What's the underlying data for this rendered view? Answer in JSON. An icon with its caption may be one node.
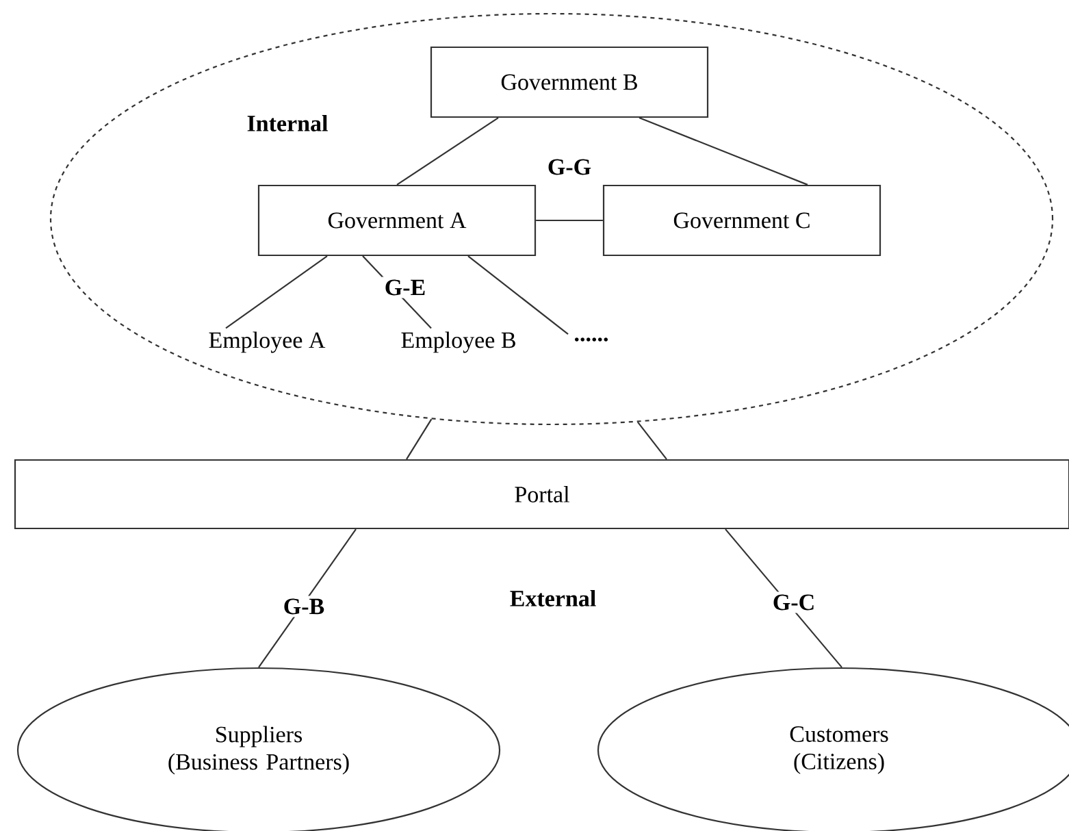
{
  "diagram": {
    "nodes": [
      {
        "text": [
          "Internal"
        ]
      },
      {
        "text": [
          "Government B"
        ],
        "in": 0
      },
      {
        "text": [
          "Government A"
        ],
        "in": 0
      },
      {
        "text": [
          "Government C"
        ],
        "in": 0
      },
      {
        "text": [
          "Employee A"
        ],
        "in": 0
      },
      {
        "text": [
          "Employee B"
        ],
        "in": 0
      },
      {
        "text": [
          "......"
        ],
        "in": 0
      },
      {
        "text": [
          "Portal"
        ]
      },
      {
        "text": [
          "Suppliers (Business Partners)"
        ]
      },
      {
        "text": [
          "Customers (Citizens)"
        ]
      }
    ],
    "edges": [
      {
        "from": 1,
        "to": 2,
        "arrow": "none"
      },
      {
        "from": 1,
        "to": 3,
        "arrow": "none"
      },
      {
        "from": 2,
        "to": 3,
        "arrow": "none"
      },
      {
        "from": 2,
        "to": 4,
        "arrow": "none"
      },
      {
        "from": 2,
        "to": 5,
        "arrow": "none",
        "label": "G-E"
      },
      {
        "from": 2,
        "to": 6,
        "arrow": "none"
      },
      {
        "from": 0,
        "to": 7,
        "arrow": "none"
      },
      {
        "from": 0,
        "to": 7,
        "arrow": "none"
      },
      {
        "from": 7,
        "to": 8,
        "arrow": "none",
        "label": "G-B"
      },
      {
        "from": 7,
        "to": 9,
        "arrow": "none",
        "label": "G-C"
      }
    ],
    "labels": [
      "G-G",
      "External"
    ]
  }
}
